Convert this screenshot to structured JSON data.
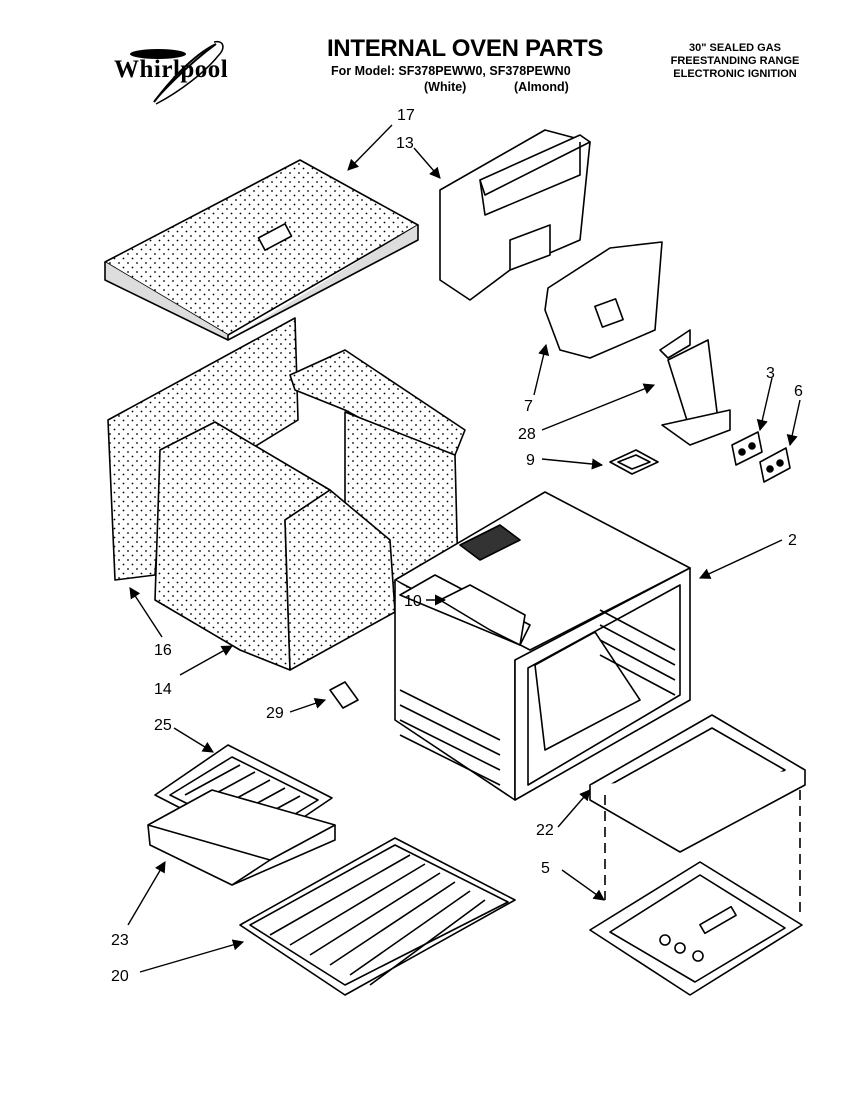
{
  "header": {
    "brand": "Whirlpool",
    "brand_badge": "",
    "title": "INTERNAL OVEN PARTS",
    "model_prefix": "For Model:",
    "models": "SF378PEWW0, SF378PEWN0",
    "color_white": "(White)",
    "color_almond": "(Almond)",
    "spec_lines": [
      "30\" SEALED GAS",
      "FREESTANDING RANGE",
      "ELECTRONIC IGNITION"
    ]
  },
  "callouts": [
    {
      "id": "17",
      "label": "17"
    },
    {
      "id": "13",
      "label": "13"
    },
    {
      "id": "7",
      "label": "7"
    },
    {
      "id": "28",
      "label": "28"
    },
    {
      "id": "3",
      "label": "3"
    },
    {
      "id": "6",
      "label": "6"
    },
    {
      "id": "9",
      "label": "9"
    },
    {
      "id": "2",
      "label": "2"
    },
    {
      "id": "10",
      "label": "10"
    },
    {
      "id": "16",
      "label": "16"
    },
    {
      "id": "14",
      "label": "14"
    },
    {
      "id": "29",
      "label": "29"
    },
    {
      "id": "25",
      "label": "25"
    },
    {
      "id": "22",
      "label": "22"
    },
    {
      "id": "5",
      "label": "5"
    },
    {
      "id": "23",
      "label": "23"
    },
    {
      "id": "20",
      "label": "20"
    }
  ]
}
